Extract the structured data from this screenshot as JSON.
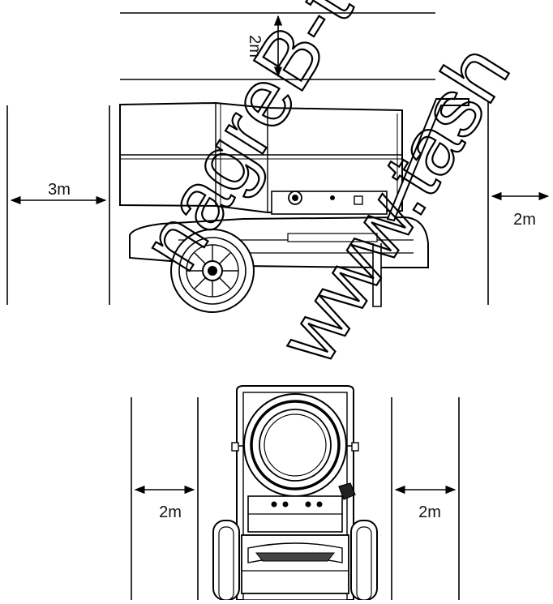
{
  "labels": {
    "top_clearance": "2m",
    "left_clearance": "3m",
    "right_clearance": "2m",
    "bottom_left_clearance": "2m",
    "bottom_right_clearance": "2m"
  },
  "watermark": {
    "line1": "nagreB-t",
    "line2": "www.tash"
  }
}
